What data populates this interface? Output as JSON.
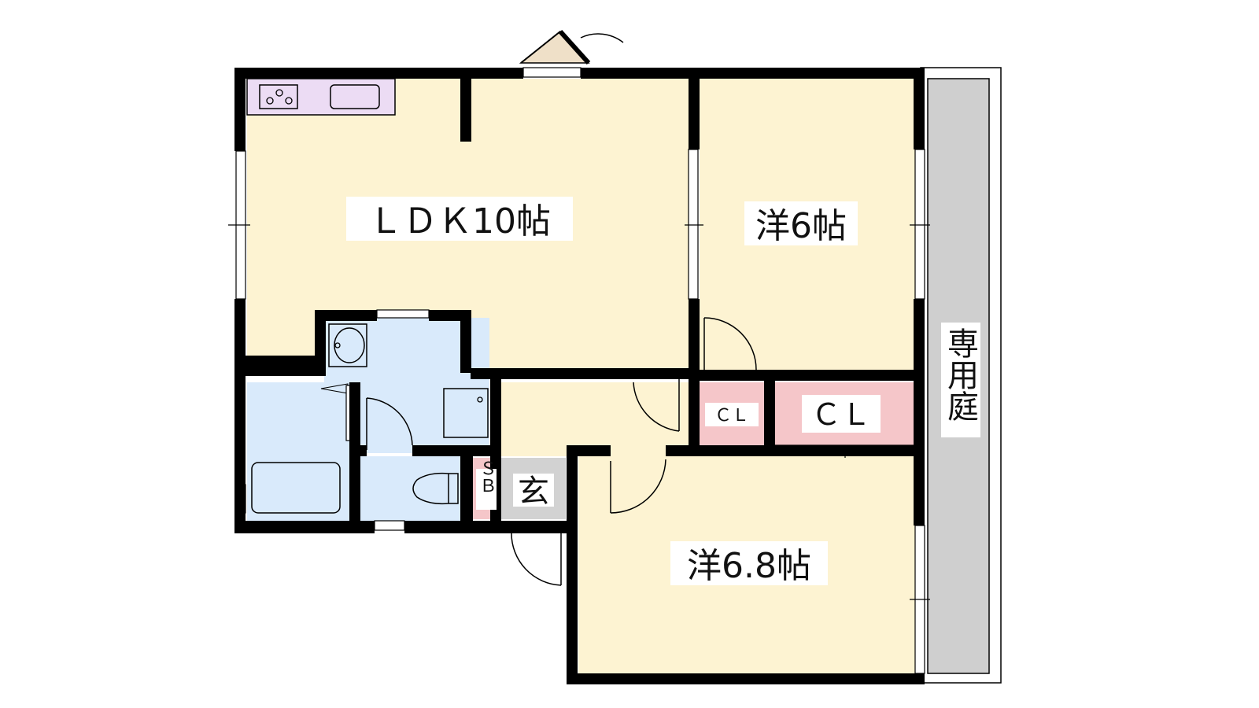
{
  "rooms": {
    "ldk": "ＬＤＫ10帖",
    "western_a": "洋6帖",
    "western_b": "洋6.8帖",
    "closet_small": "ＣＬ",
    "closet_large": "ＣＬ",
    "shoe_box": "ＳＢ",
    "entrance": "玄",
    "private_garden": "専用庭"
  },
  "colors": {
    "wall": "#000000",
    "room": "#fdf3d2",
    "wet_area": "#d9eafb",
    "closet": "#f5c6c9",
    "kitchen_counter": "#ecdcf4",
    "entrance_floor": "#d2d2d2",
    "garden": "#cfcfcf"
  }
}
